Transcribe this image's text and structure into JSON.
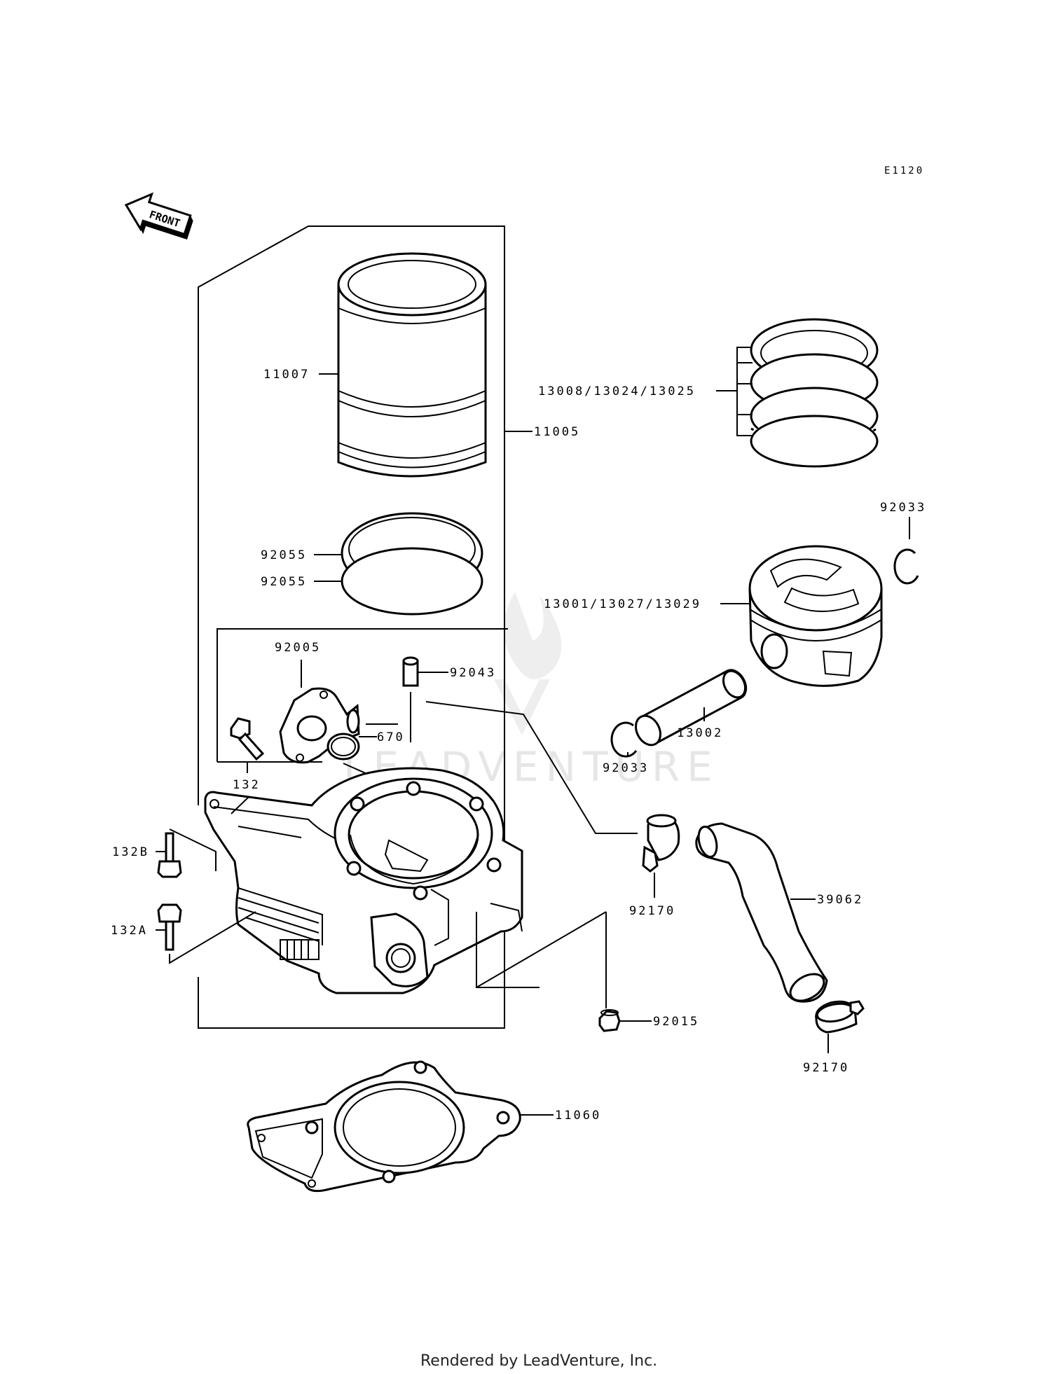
{
  "ref_code": "E1120",
  "front_label": "FRONT",
  "watermark": "LEADVENTURE",
  "footer": "Rendered by LeadVenture, Inc.",
  "colors": {
    "line": "#000000",
    "background": "#ffffff",
    "watermark": "#e6e6e6"
  },
  "parts": {
    "p11007": "11007",
    "p11005": "11005",
    "p_rings": "13008/13024/13025",
    "p92033_top": "92033",
    "p92055_a": "92055",
    "p92055_b": "92055",
    "p_piston": "13001/13027/13029",
    "p92005": "92005",
    "p92043": "92043",
    "p132": "132",
    "p670": "670",
    "p13002": "13002",
    "p92033_bottom": "92033",
    "p132B": "132B",
    "p132A": "132A",
    "p92170_a": "92170",
    "p39062": "39062",
    "p92015": "92015",
    "p92170_b": "92170",
    "p11060": "11060"
  }
}
